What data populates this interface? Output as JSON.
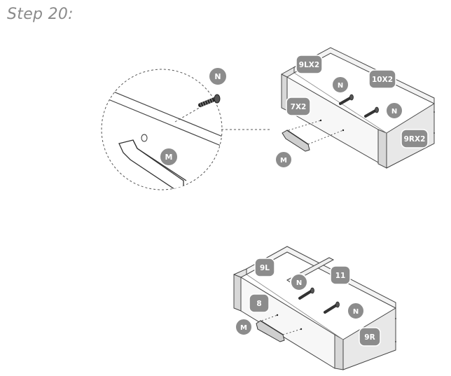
{
  "step": {
    "title": "Step 20:"
  },
  "badges": {
    "top": {
      "drawer_side_left": "9LX2",
      "drawer_back": "10X2",
      "drawer_front": "7X2",
      "drawer_side_right": "9RX2",
      "screw_a": "N",
      "screw_b": "N",
      "handle": "M",
      "detail_screw": "N",
      "detail_handle": "M"
    },
    "bottom": {
      "drawer_side_left": "9L",
      "drawer_back": "11",
      "drawer_front": "8",
      "drawer_side_right": "9R",
      "screw_a": "N",
      "screw_b": "N",
      "handle": "M"
    }
  },
  "colors": {
    "badge_fill": "#8c8c8c",
    "line": "#444444",
    "panel_face": "#f0f0f0",
    "panel_edge": "#d6d6d6"
  }
}
